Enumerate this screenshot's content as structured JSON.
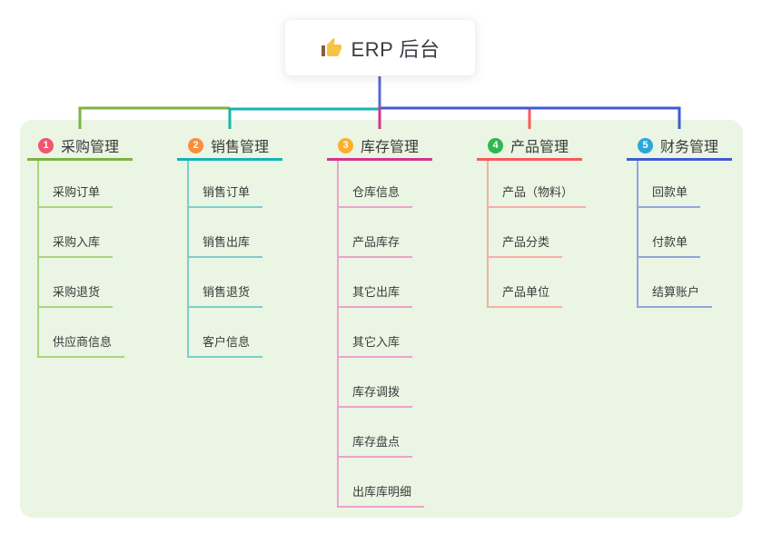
{
  "root": {
    "icon": "thumbs-up",
    "label": "ERP 后台"
  },
  "colors": {
    "page_bg": "#ffffff",
    "panel_bg": "#eaf5e3",
    "root_connector": "#5b6ad0",
    "root_text": "#3c3c44",
    "item_text": "#3b3b3b",
    "thumb_gold": "#f6c344",
    "thumb_cuff": "#8a5d3b"
  },
  "branches": [
    {
      "number": "1",
      "label": "采购管理",
      "badge_color": "#f0566e",
      "line_color": "#7cb342",
      "sub_line_color": "#a8d57f",
      "items": [
        "采购订单",
        "采购入库",
        "采购退货",
        "供应商信息"
      ]
    },
    {
      "number": "2",
      "label": "销售管理",
      "badge_color": "#fb8e3c",
      "line_color": "#17b3b3",
      "sub_line_color": "#7ccfc9",
      "items": [
        "销售订单",
        "销售出库",
        "销售退货",
        "客户信息"
      ]
    },
    {
      "number": "3",
      "label": "库存管理",
      "badge_color": "#ffaf2e",
      "line_color": "#d6348f",
      "sub_line_color": "#eba3cb",
      "items": [
        "仓库信息",
        "产品库存",
        "其它出库",
        "其它入库",
        "库存调拨",
        "库存盘点",
        "出库库明细"
      ]
    },
    {
      "number": "4",
      "label": "产品管理",
      "badge_color": "#2eb850",
      "line_color": "#f85a5a",
      "sub_line_color": "#f9ada6",
      "items": [
        "产品（物料）",
        "产品分类",
        "产品单位"
      ]
    },
    {
      "number": "5",
      "label": "财务管理",
      "badge_color": "#2aa7dd",
      "line_color": "#3f5ad4",
      "sub_line_color": "#93a5dd",
      "items": [
        "回款单",
        "付款单",
        "结算账户"
      ]
    }
  ]
}
